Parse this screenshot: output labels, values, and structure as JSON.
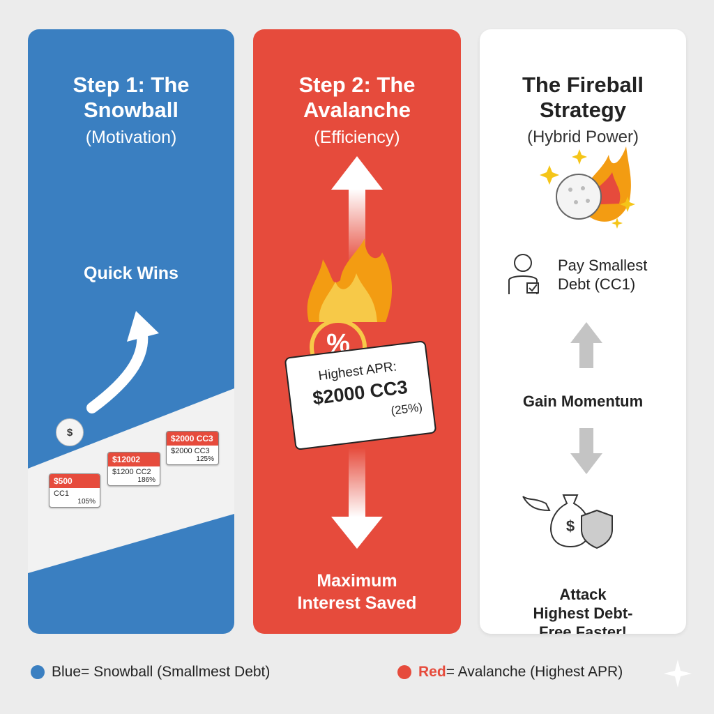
{
  "colors": {
    "blue": "#3a7fc1",
    "red": "#e64b3c",
    "white_panel": "#ffffff",
    "background": "#ececec",
    "flame": "#f39c12",
    "star": "#f5c518"
  },
  "panel1": {
    "title_line1": "Step 1: The",
    "title_line2": "Snowball",
    "subtitle": "(Motivation)",
    "label": "Quick Wins",
    "ball_symbol": "$",
    "cards": [
      {
        "head": "$500",
        "name": "CC1",
        "apr": "105%"
      },
      {
        "head": "$12002",
        "name": "$1200 CC2",
        "apr": "186%"
      },
      {
        "head": "$2000 CC3",
        "name": "$2000 CC3",
        "apr": "125%"
      }
    ]
  },
  "panel2": {
    "title_line1": "Step 2: The",
    "title_line2": "Avalanche",
    "subtitle": "(Efficiency)",
    "percent_symbol": "%",
    "card_line1": "Highest APR:",
    "card_line2": "$2000 CC3",
    "card_line3": "(25%)",
    "label_line1": "Maximum",
    "label_line2": "Interest Saved"
  },
  "panel3": {
    "title_line1": "The Fireball",
    "title_line2": "Strategy",
    "subtitle": "(Hybrid Power)",
    "pay_line1": "Pay Smallest",
    "pay_line2": "Debt (CC1)",
    "momentum": "Gain Momentum",
    "money_symbol": "$",
    "attack_line1": "Attack",
    "attack_line2": "Highest Debt-",
    "attack_line3": "Free Faster!"
  },
  "legend": {
    "blue_word": "Blue",
    "blue_rest": " = Snowball (Smallmest Debt)",
    "red_word": "Red",
    "red_rest": " = Avalanche (Highest APR)"
  }
}
